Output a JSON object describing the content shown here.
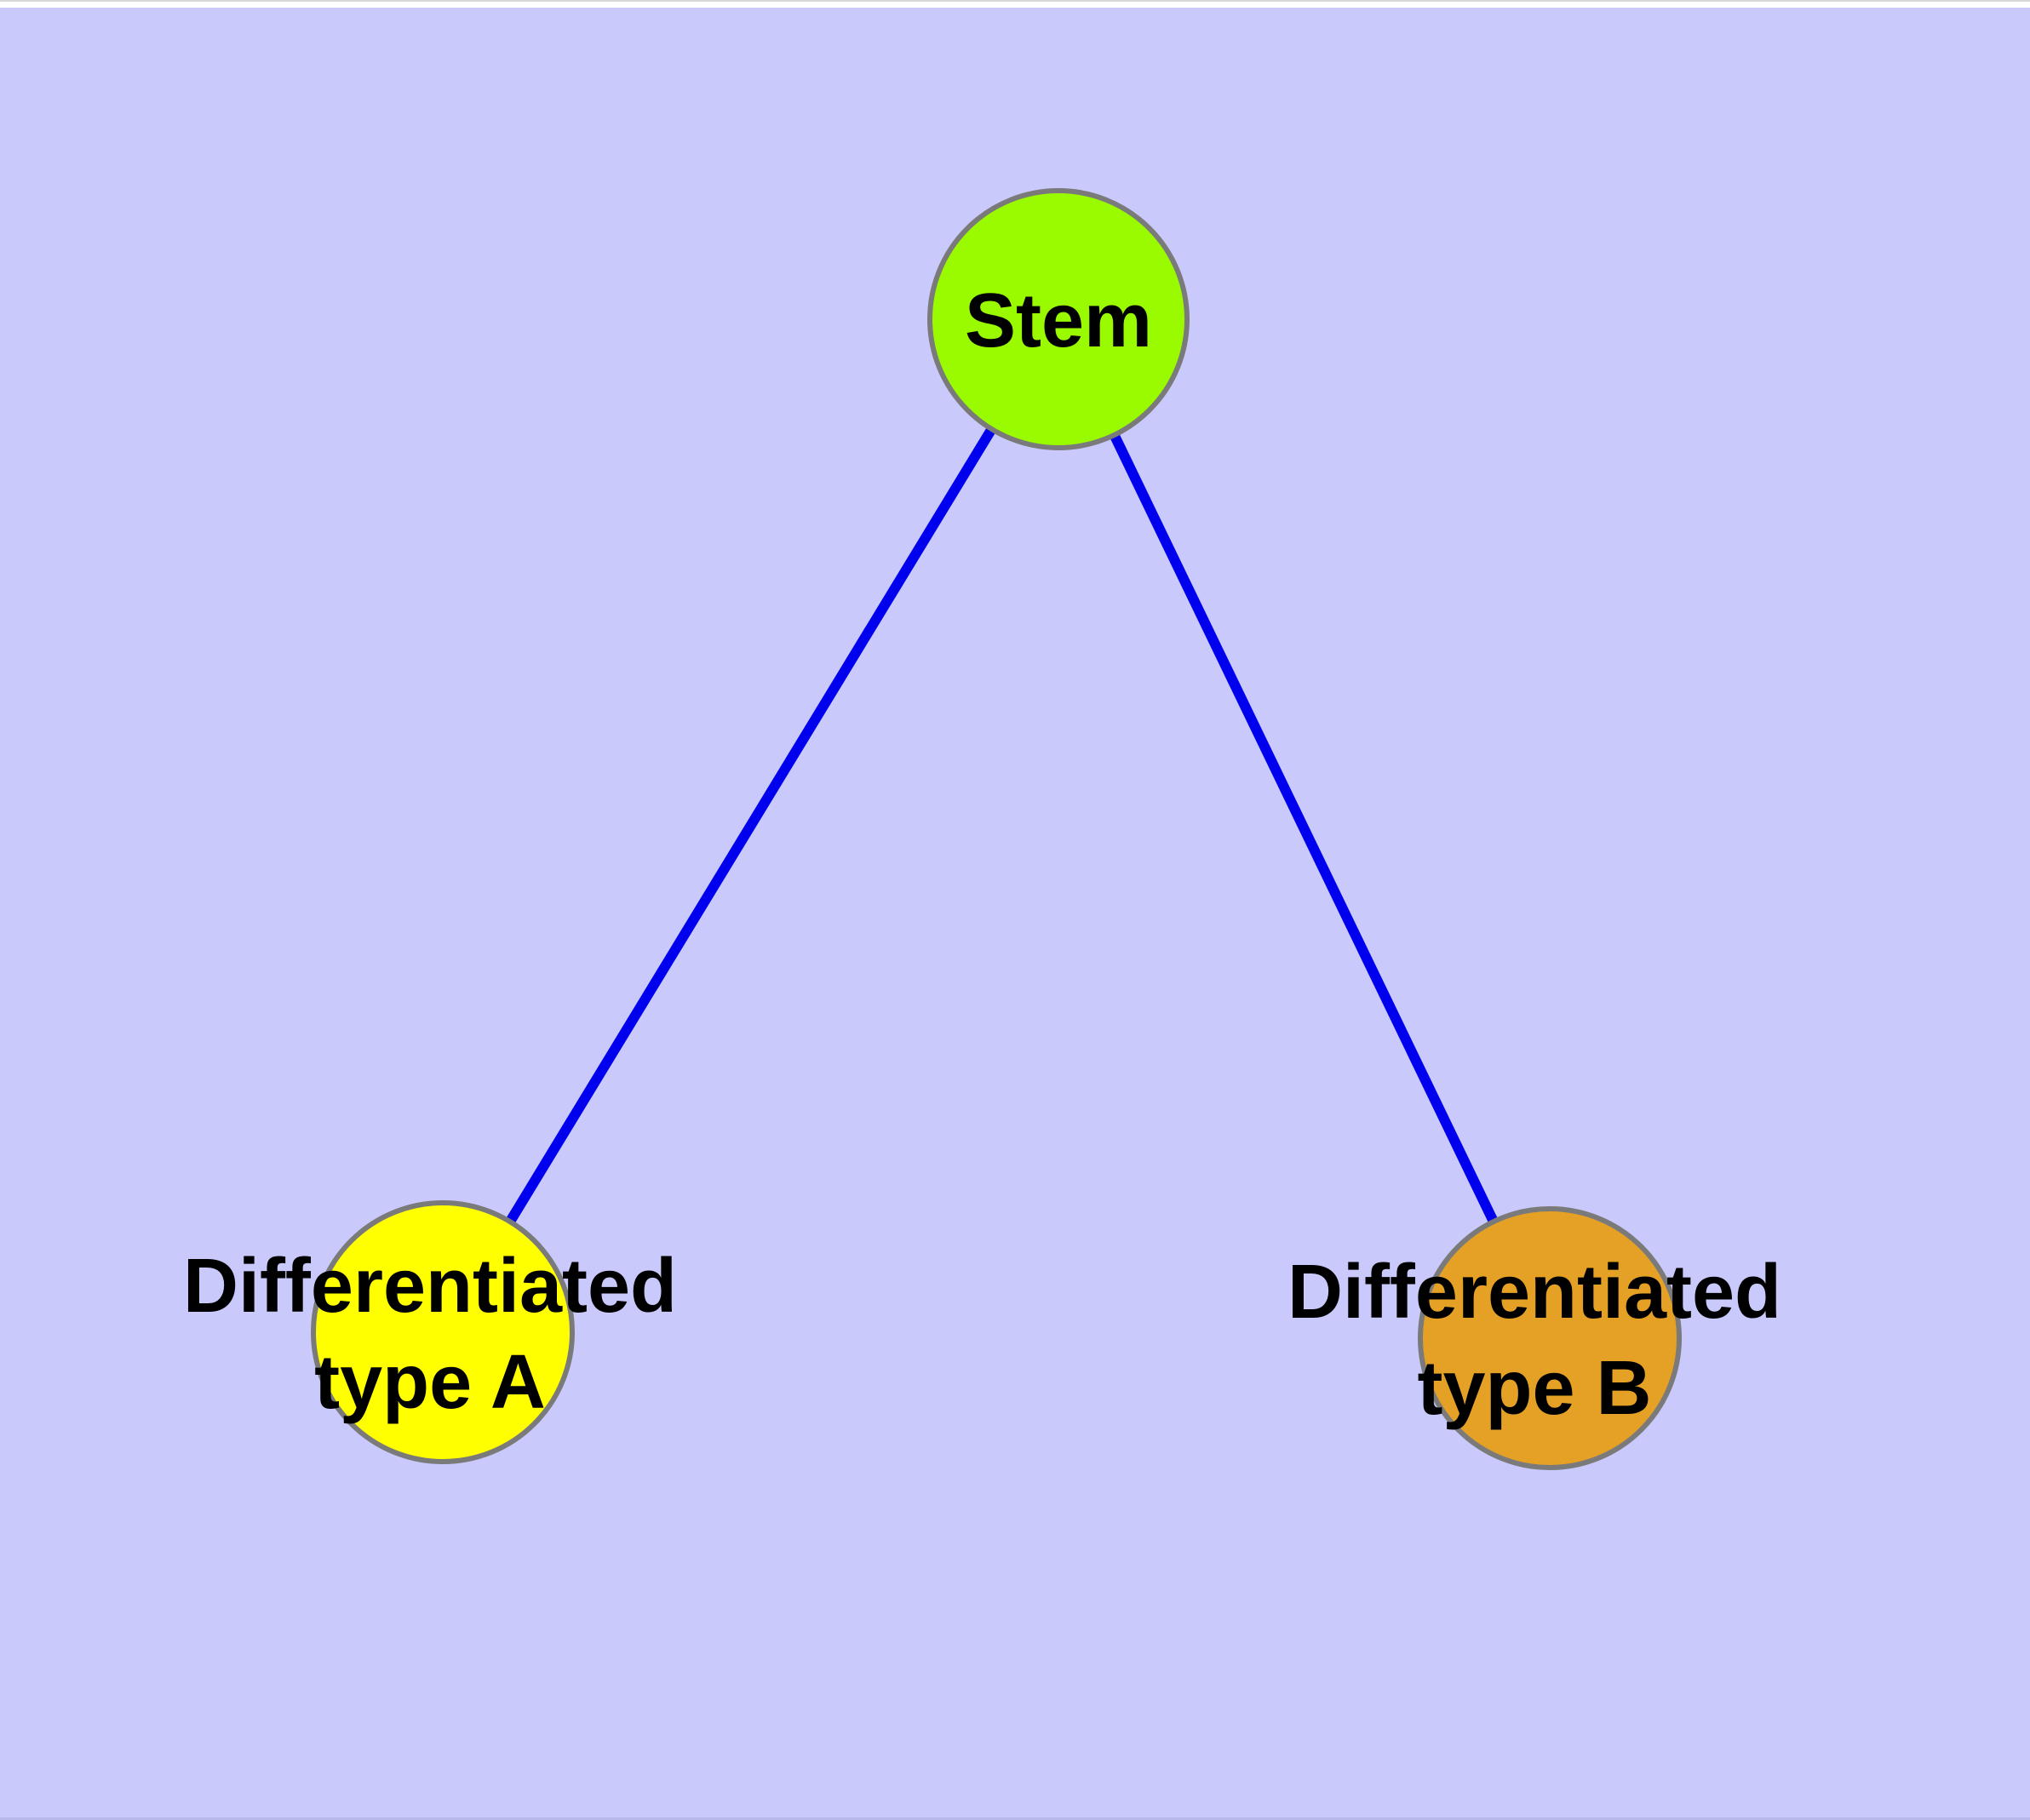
{
  "canvas": {
    "background_color": "#c9c9fb",
    "top_strip_color": "#ffffff",
    "bottom_strip_color": "#b9b9ec"
  },
  "diagram": {
    "type": "graph",
    "edge_color": "#0000ee",
    "node_border_color": "#7a7a7a",
    "label_color": "#000000",
    "nodes": [
      {
        "id": "stem",
        "label": "Stem",
        "fill": "#9afb00"
      },
      {
        "id": "diff-a",
        "label_line1": "Differentiated",
        "label_line2": "type A",
        "fill": "#ffff00"
      },
      {
        "id": "diff-b",
        "label_line1": "Differentiated",
        "label_line2": "type B",
        "fill": "#e5a125"
      }
    ],
    "edges": [
      {
        "from": "stem",
        "to": "diff-a"
      },
      {
        "from": "stem",
        "to": "diff-b"
      }
    ]
  }
}
